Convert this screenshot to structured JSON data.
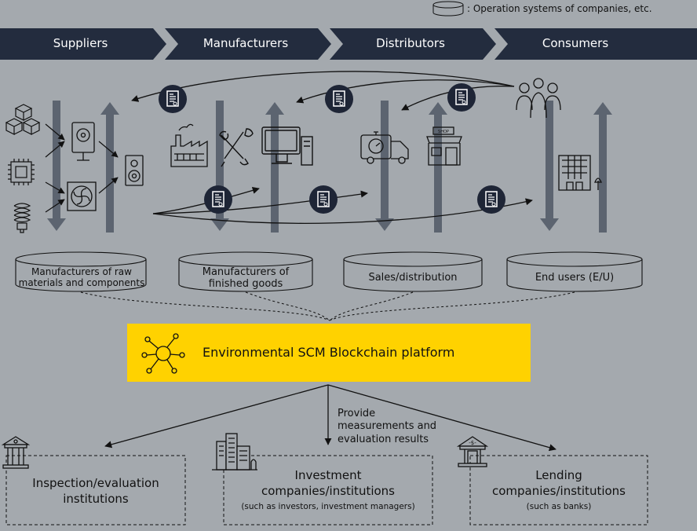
{
  "legend": {
    "text": ": Operation systems of companies, etc."
  },
  "stages": [
    "Suppliers",
    "Manufacturers",
    "Distributors",
    "Consumers"
  ],
  "systems": [
    {
      "line1": "Manufacturers of raw",
      "line2": "materials and components"
    },
    {
      "line1": "Manufacturers of",
      "line2": "finished goods"
    },
    {
      "line1": "Sales/distribution",
      "line2": ""
    },
    {
      "line1": "End users (E/U)",
      "line2": ""
    }
  ],
  "platform": {
    "label": "Environmental SCM Blockchain platform"
  },
  "provide": {
    "line1": "Provide",
    "line2": "measurements and",
    "line3": "evaluation results"
  },
  "institutions": [
    {
      "title1": "Inspection/evaluation",
      "title2": "institutions",
      "sub": ""
    },
    {
      "title1": "Investment",
      "title2": "companies/institutions",
      "sub": "(such as investors, investment managers)"
    },
    {
      "title1": "Lending",
      "title2": "companies/institutions",
      "sub": "(such as banks)"
    }
  ],
  "colors": {
    "background": "#a4a9ae",
    "banner": "#232c3e",
    "platform": "#ffd200",
    "arrow": "#5c6470",
    "token": "#1e2536"
  },
  "icons": [
    "cubes-icon",
    "chip-icon",
    "bulb-icon",
    "hard-drive-icon",
    "fan-icon",
    "speaker-icon",
    "factory-icon",
    "tools-icon",
    "computer-icon",
    "stopwatch-truck-icon",
    "shop-icon",
    "people-icon",
    "office-building-icon",
    "document-token-icon",
    "network-hub-icon",
    "institution-building-icon",
    "skyscraper-icon",
    "bank-icon"
  ]
}
